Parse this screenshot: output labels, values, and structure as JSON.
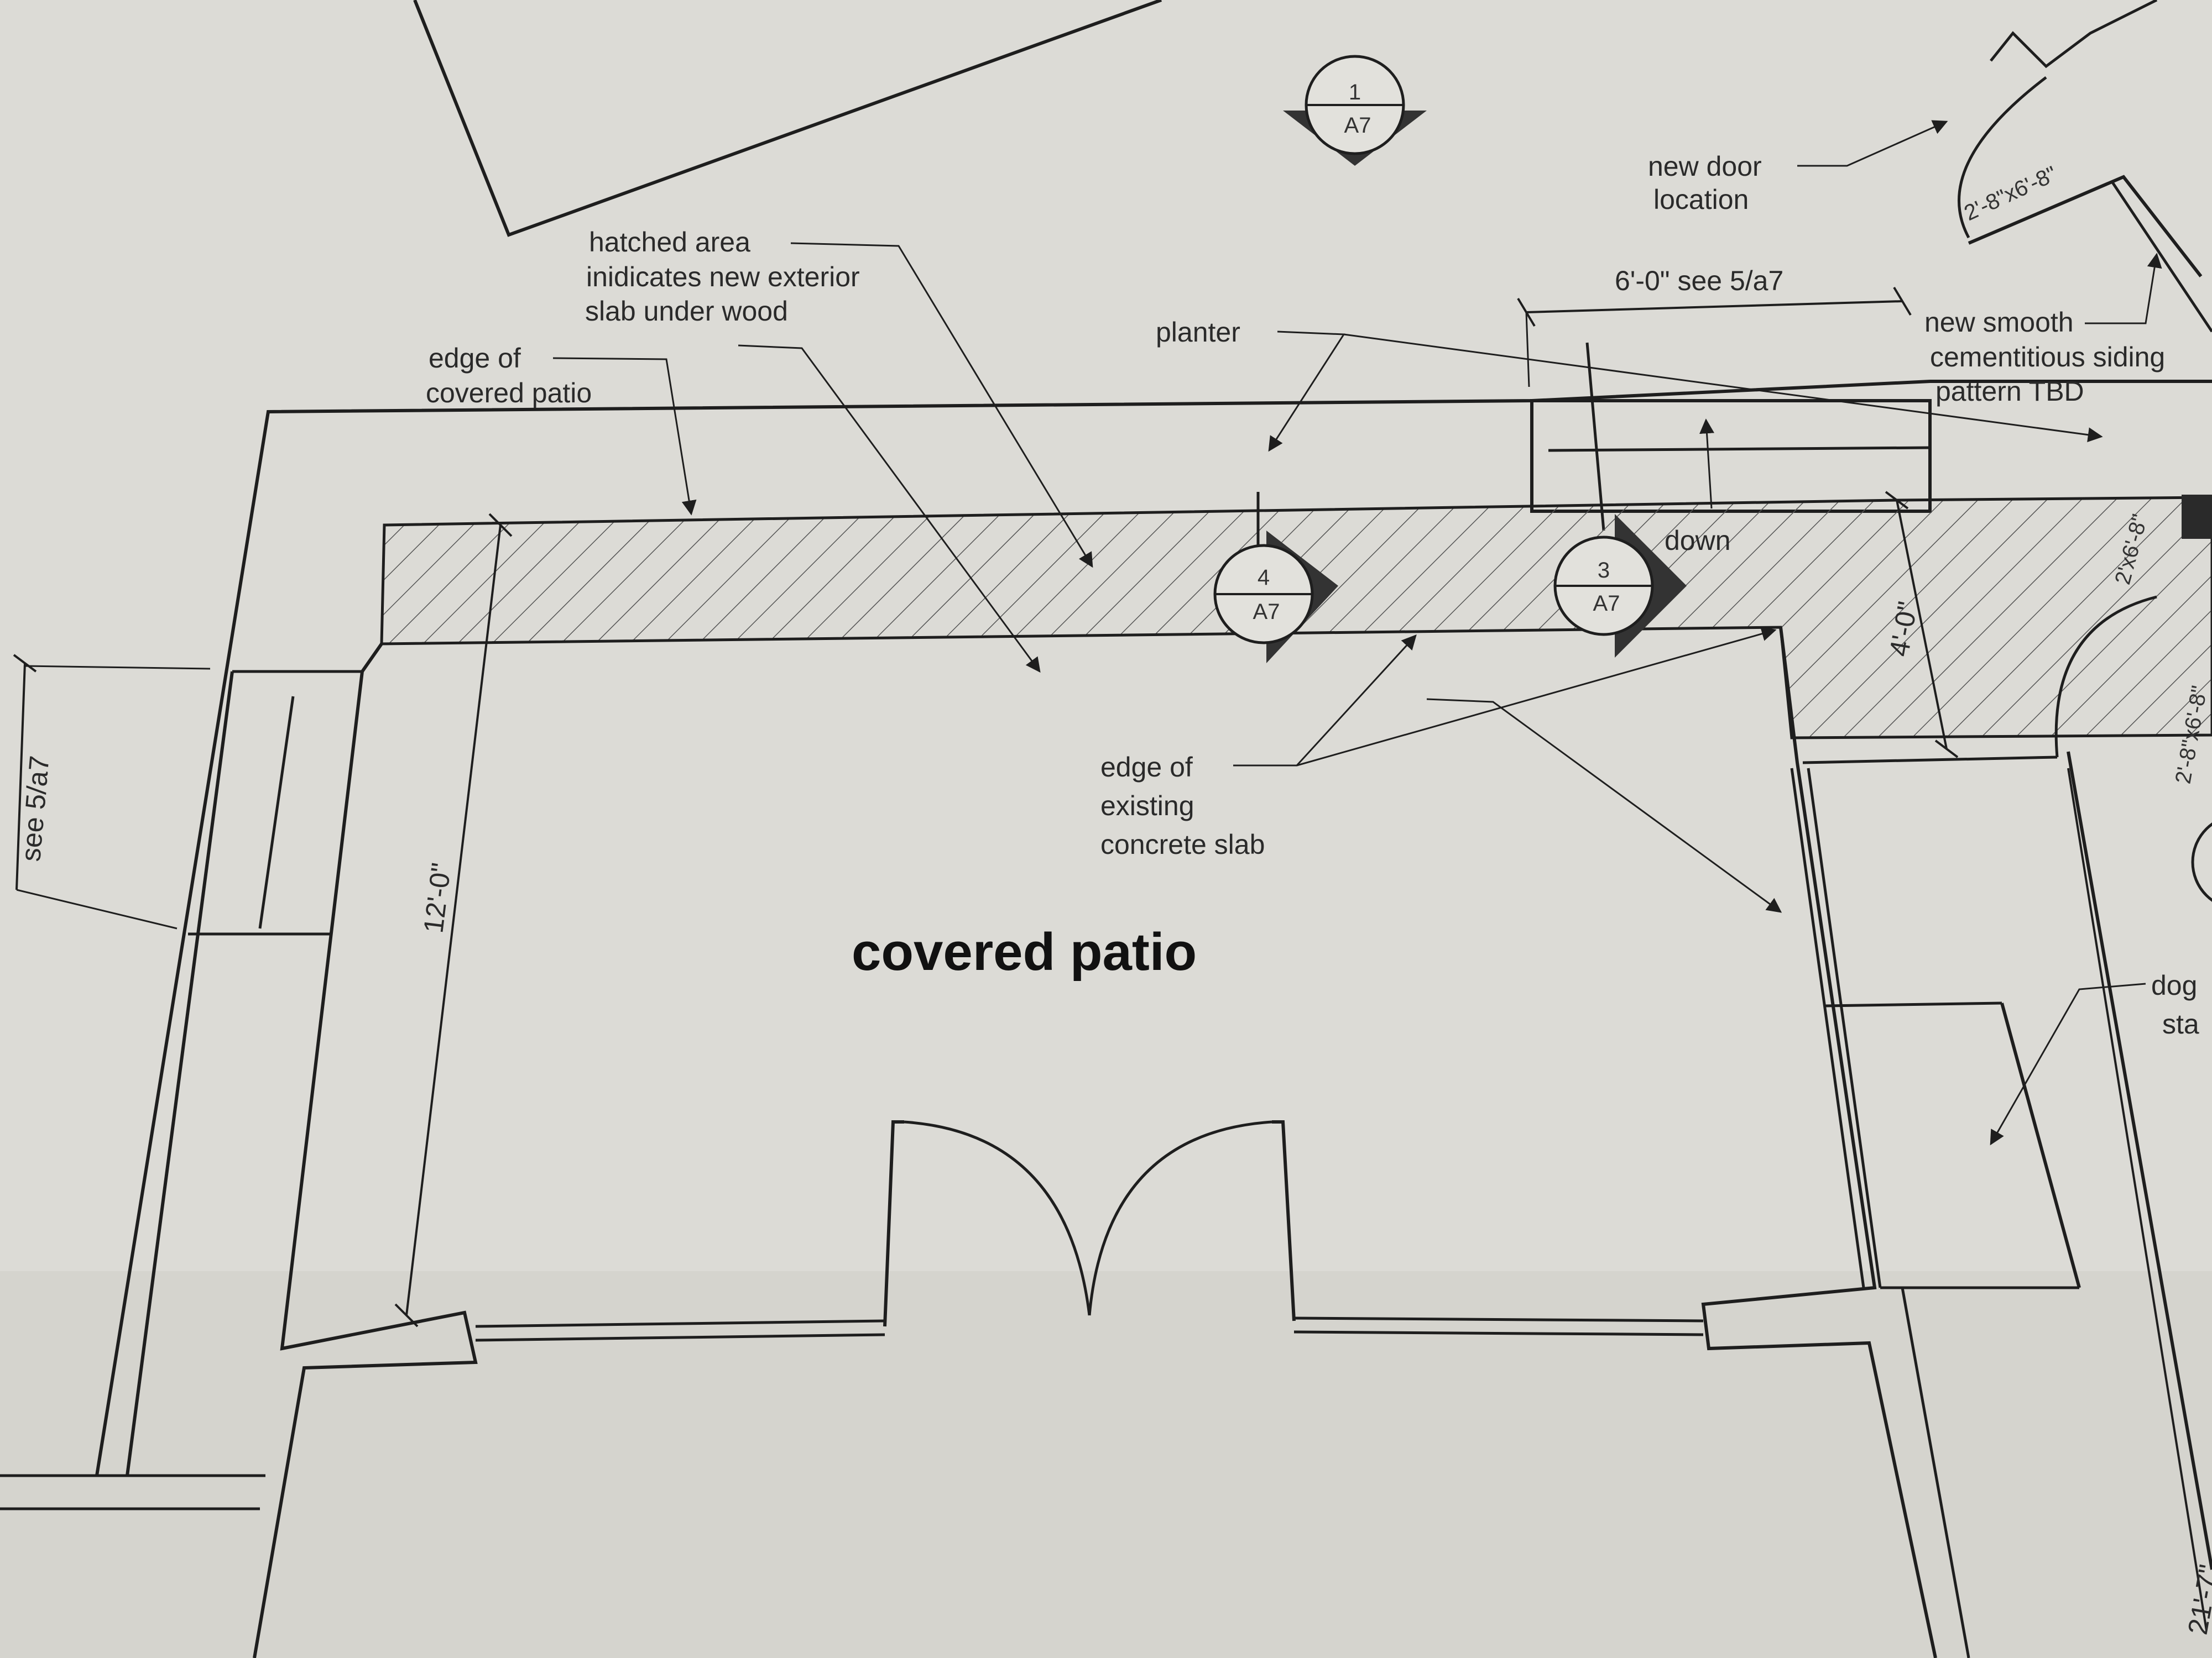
{
  "plan": {
    "room_label": "covered patio",
    "notes": {
      "hatched_area": [
        "hatched area",
        "inidicates new exterior",
        "slab under wood"
      ],
      "edge_covered_patio": [
        "edge of",
        "covered patio"
      ],
      "planter": "planter",
      "new_door": [
        "new door",
        "location"
      ],
      "siding": [
        "new smooth",
        "cementitious siding",
        "pattern TBD"
      ],
      "edge_existing_slab": [
        "edge of",
        "existing",
        "concrete slab"
      ],
      "down": "down",
      "dog": [
        "dog",
        "sta"
      ]
    },
    "dimensions": {
      "top_width": "6'-0\" see 5/a7",
      "patio_depth": "12'-0\"",
      "slab_depth": "4'-0\"",
      "left_ref": "see 5/a7",
      "right_length": "21'-7\""
    },
    "doors": {
      "top_right": "2'-8\"x6'-8\"",
      "right_upper": "2'x6'-8\"",
      "right_lower": "2'-8\"x6'-8\""
    },
    "section_markers": [
      {
        "number": "1",
        "sheet": "A7"
      },
      {
        "number": "4",
        "sheet": "A7"
      },
      {
        "number": "3",
        "sheet": "A7"
      }
    ]
  },
  "colors": {
    "paper": "#dcdbd6",
    "ink": "#1e1e1e"
  }
}
